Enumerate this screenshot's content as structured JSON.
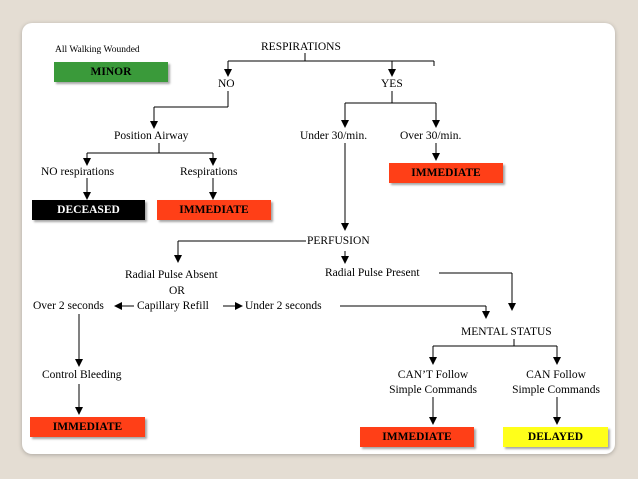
{
  "colors": {
    "minor": "#3a9a3a",
    "immediate": "#ff3f17",
    "deceased": "#000000",
    "delayed": "#ffff1a"
  },
  "diagram": {
    "walking_wounded_label": "All Walking Wounded",
    "minor_label": "MINOR",
    "respirations_label": "RESPIRATIONS",
    "no_label": "NO",
    "yes_label": "YES",
    "position_airway_label": "Position Airway",
    "no_respirations_label": "NO respirations",
    "respirations_label_2": "Respirations",
    "deceased_label": "DECEASED",
    "immediate_label": "IMMEDIATE",
    "under_30_label": "Under 30/min.",
    "over_30_label": "Over 30/min.",
    "perfusion_label": "PERFUSION",
    "radial_absent_label": "Radial Pulse Absent",
    "or_label": "OR",
    "capillary_refill_label": "Capillary Refill",
    "over_2_label": "Over 2 seconds",
    "under_2_label": "Under 2 seconds",
    "radial_present_label": "Radial Pulse Present",
    "mental_status_label": "MENTAL STATUS",
    "cant_follow_label_1": "CAN’T Follow",
    "cant_follow_label_2": "Simple Commands",
    "can_follow_label_1": "CAN Follow",
    "can_follow_label_2": "Simple Commands",
    "control_bleeding_label": "Control Bleeding",
    "delayed_label": "DELAYED"
  }
}
